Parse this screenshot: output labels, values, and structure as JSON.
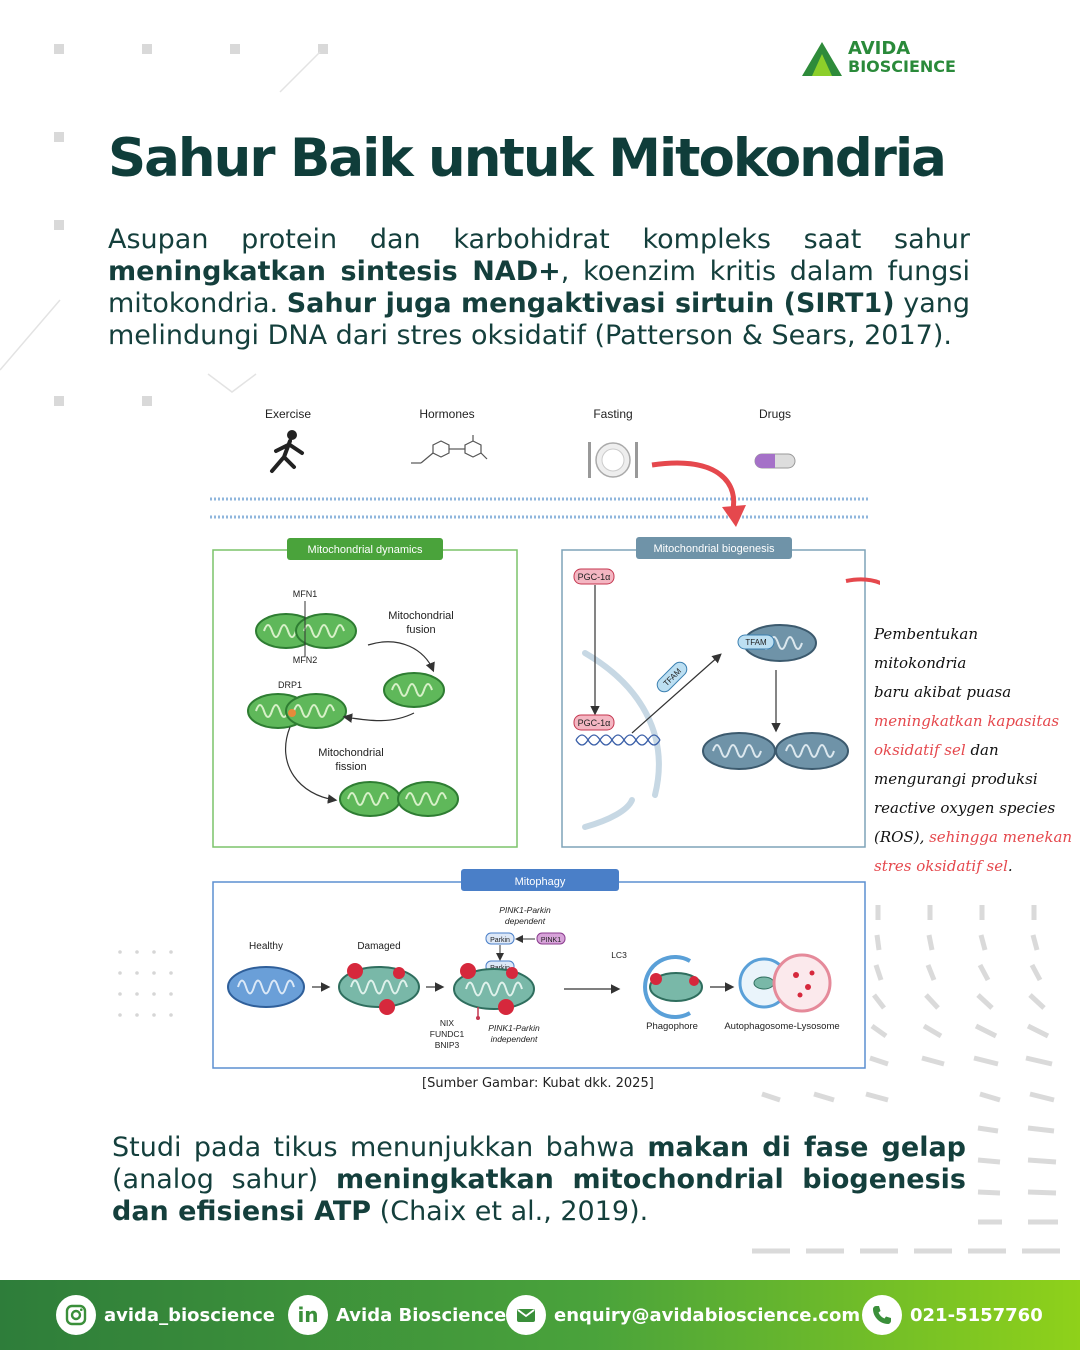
{
  "brand": {
    "line1": "AVIDA",
    "line2": "BIOSCIENCE"
  },
  "title": "Sahur Baik untuk Mitokondria",
  "intro": {
    "t1": "Asupan protein dan karbohidrat kompleks saat sahur ",
    "b1": "meningkatkan sintesis NAD+",
    "t2": ", koenzim kritis dalam fungsi mitokondria. ",
    "b2": "Sahur juga mengaktivasi sirtuin (SIRT1)",
    "t3": " yang melindungi DNA dari stres oksidatif (Patterson & Sears, 2017)."
  },
  "diagram": {
    "top_labels": [
      "Exercise",
      "Hormones",
      "Fasting",
      "Drugs"
    ],
    "dynamics": {
      "header": "Mitochondrial dynamics",
      "mfn1": "MFN1",
      "mfn2": "MFN2",
      "drp1": "DRP1",
      "fusion1": "Mitochondrial",
      "fusion2": "fusion",
      "fission1": "Mitochondrial",
      "fission2": "fission"
    },
    "biogenesis": {
      "header": "Mitochondrial biogenesis",
      "pgc1": "PGC-1α",
      "pgc2": "PGC-1α",
      "tfam1": "TFAM",
      "tfam2": "TFAM"
    },
    "mitophagy": {
      "header": "Mitophagy",
      "healthy": "Healthy",
      "damaged": "Damaged",
      "pink_dep1": "PINK1-Parkin",
      "pink_dep2": "dependent",
      "parkin1": "Parkin",
      "pink1": "PINK1",
      "parkin2": "Parkin",
      "lc3": "LC3",
      "nix": "NIX",
      "fundc1": "FUNDC1",
      "bnip3": "BNIP3",
      "pink_ind1": "PINK1-Parkin",
      "pink_ind2": "independent",
      "phagophore": "Phagophore",
      "autolyso": "Autophagosome-Lysosome"
    }
  },
  "caption": "[Sumber Gambar: Kubat dkk. 2025]",
  "note": {
    "l1": "Pembentukan mitokondria",
    "l2": "baru akibat puasa",
    "r1": "meningkatkan kapasitas",
    "r2a": "oksidatif sel",
    "l3": " dan",
    "l4": "mengurangi produksi",
    "l5": "reactive oxygen species",
    "l6": "(ROS),",
    "r3": " sehingga menekan",
    "r4": "stres oksidatif sel",
    "l7": "."
  },
  "outro": {
    "t1": "Studi pada tikus menunjukkan bahwa ",
    "b1": "makan di fase gelap",
    "t2": " (analog sahur) ",
    "b2": "meningkatkan mitochondrial biogenesis dan efisiensi ATP",
    "t3": " (Chaix et al., 2019)."
  },
  "footer": {
    "instagram": "avida_bioscience",
    "linkedin": "Avida Bioscience",
    "email": "enquiry@avidabioscience.com",
    "phone": "021-5157760",
    "in_glyph": "in"
  },
  "colors": {
    "dark_green": "#0f3d3a",
    "green": "#4aa33b",
    "red": "#e5484d",
    "blue_box": "#5b8fd0"
  }
}
